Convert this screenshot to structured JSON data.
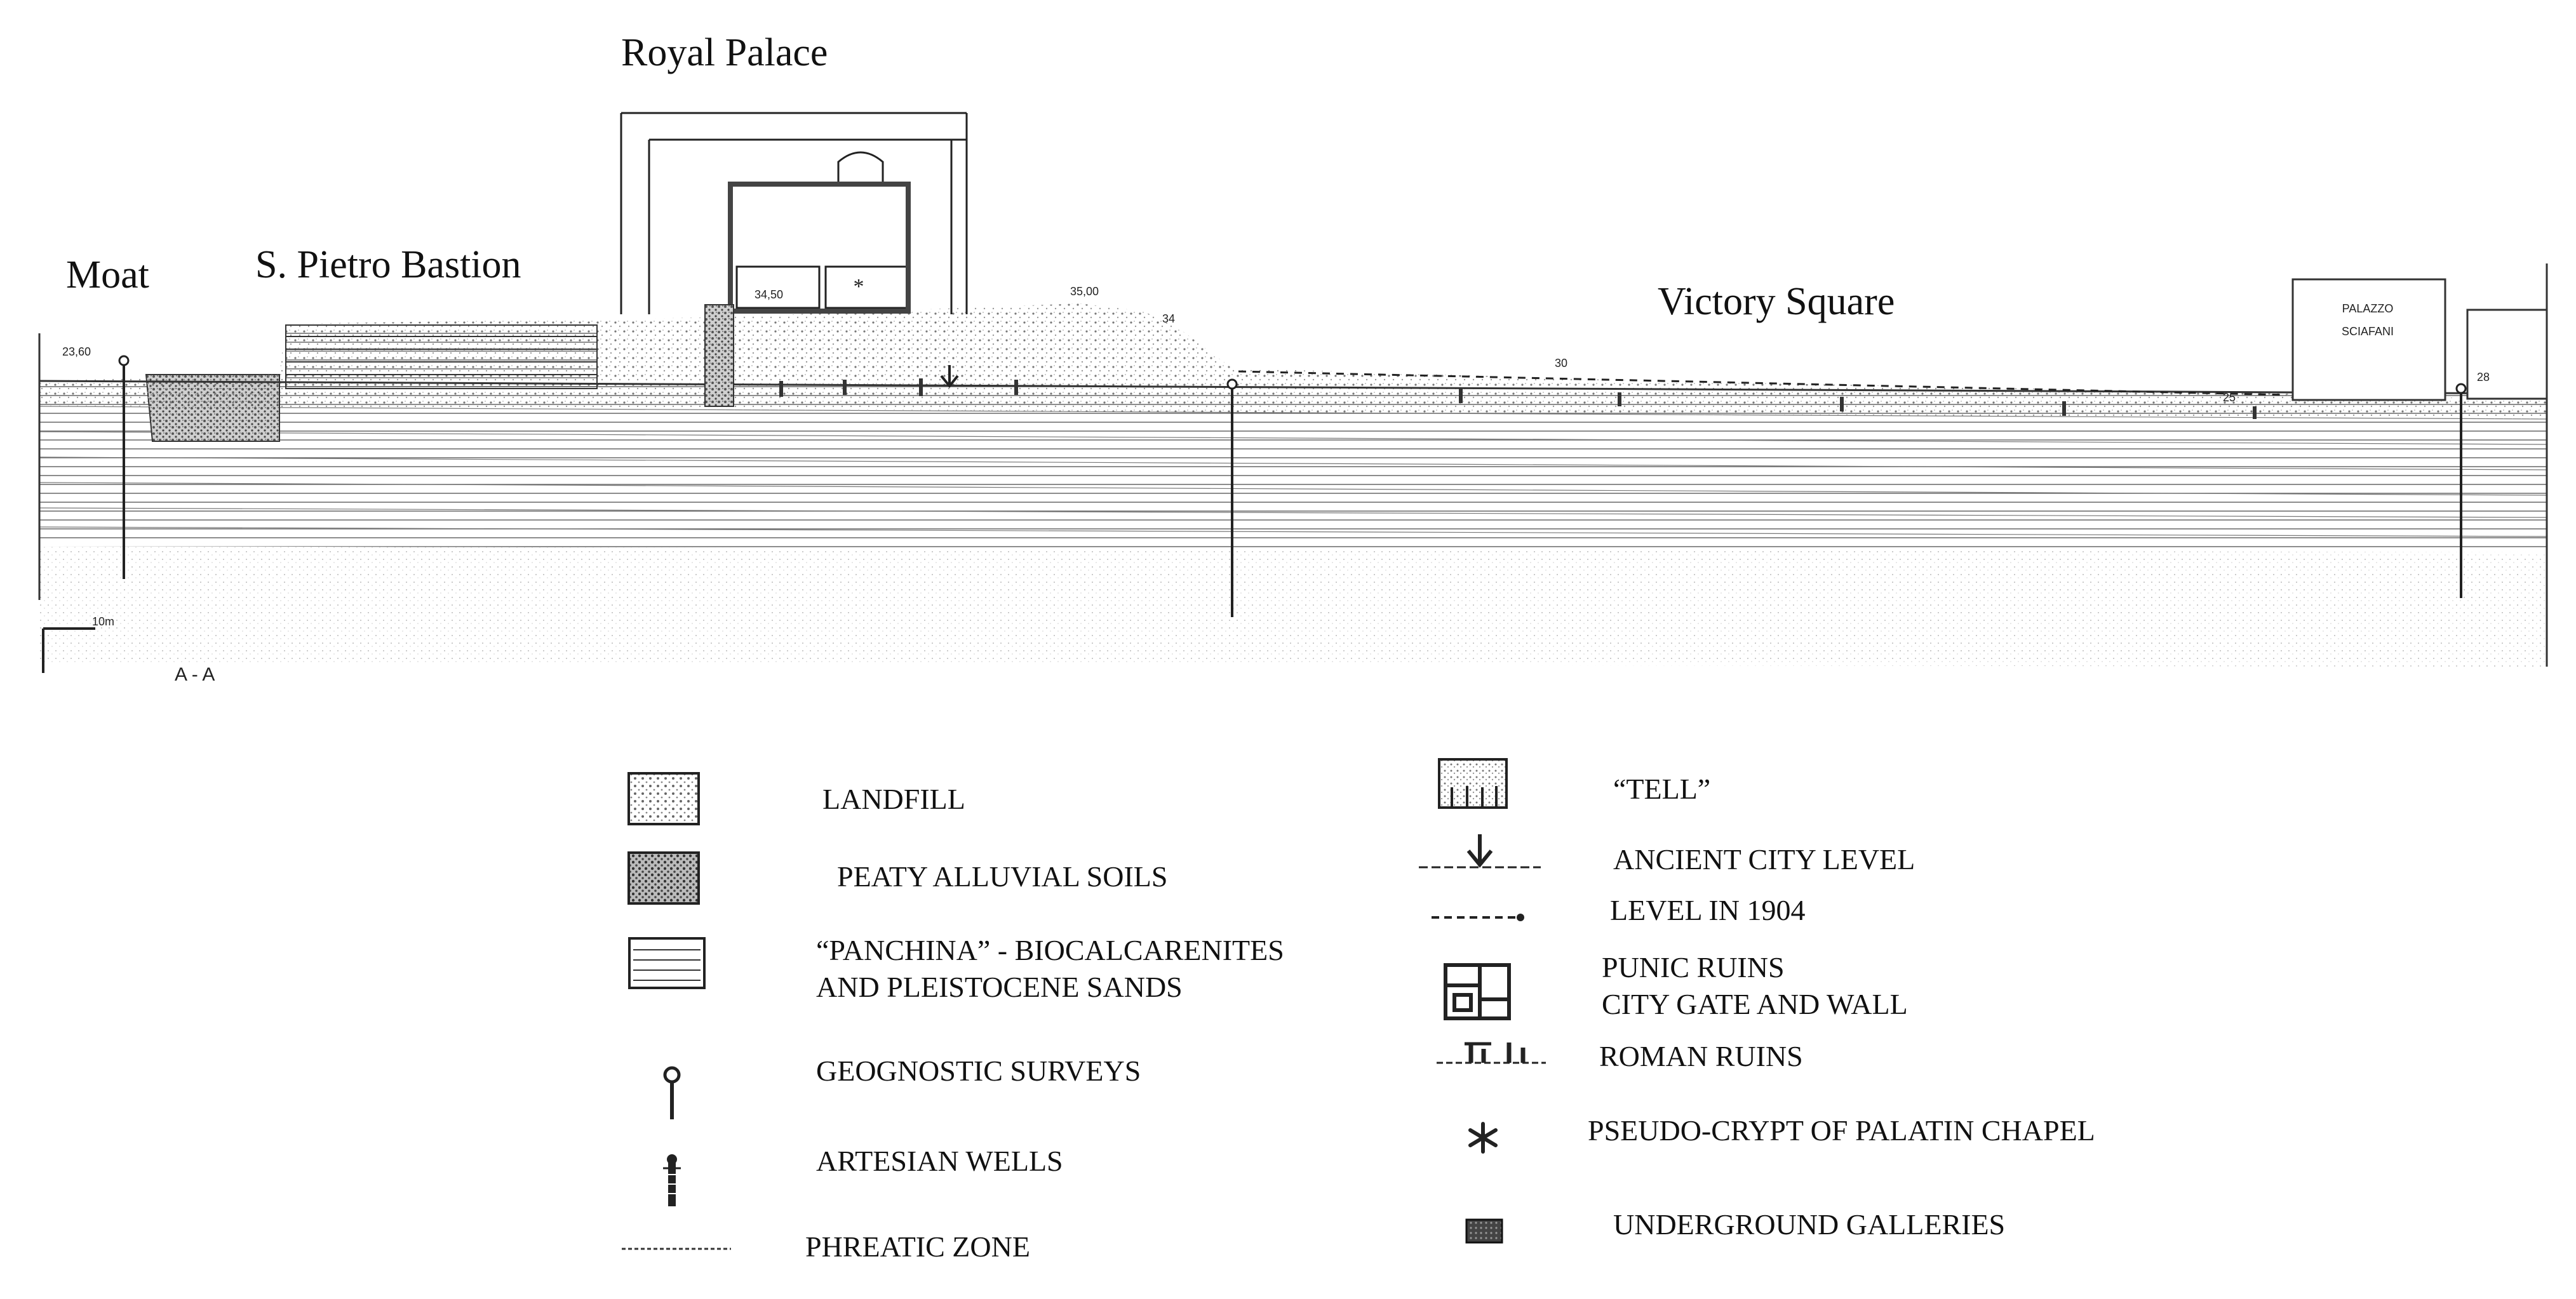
{
  "section": {
    "site_labels": {
      "moat": "Moat",
      "bastion": "S. Pietro Bastion",
      "palace": "Royal Palace",
      "square": "Victory Square"
    },
    "palazzo_lines": [
      "PALAZZO",
      "SCIAFANI"
    ],
    "section_mark": "A - A",
    "scale_mark": "10m",
    "elevations": [
      "23,60",
      "34,50",
      "35,00",
      "34",
      "30",
      "25",
      "28"
    ]
  },
  "legend": {
    "left": [
      {
        "icon": "landfill-swatch-icon",
        "lines": [
          "LANDFILL"
        ]
      },
      {
        "icon": "peaty-soil-swatch-icon",
        "lines": [
          "PEATY ALLUVIAL SOILS"
        ]
      },
      {
        "icon": "panchina-swatch-icon",
        "lines": [
          "“PANCHINA” - BIOCALCARENITES",
          "AND PLEISTOCENE SANDS"
        ]
      },
      {
        "icon": "geognostic-survey-icon",
        "lines": [
          "GEOGNOSTIC SURVEYS"
        ]
      },
      {
        "icon": "artesian-well-icon",
        "lines": [
          "ARTESIAN WELLS"
        ]
      },
      {
        "icon": "phreatic-line-icon",
        "lines": [
          "PHREATIC ZONE"
        ]
      }
    ],
    "right": [
      {
        "icon": "tell-swatch-icon",
        "lines": [
          "“TELL”"
        ]
      },
      {
        "icon": "ancient-level-icon",
        "lines": [
          "ANCIENT CITY LEVEL"
        ]
      },
      {
        "icon": "level-1904-icon",
        "lines": [
          "LEVEL IN 1904"
        ]
      },
      {
        "icon": "punic-ruins-icon",
        "lines": [
          "PUNIC RUINS",
          "CITY GATE AND WALL"
        ]
      },
      {
        "icon": "roman-ruins-icon",
        "lines": [
          "ROMAN RUINS"
        ]
      },
      {
        "icon": "crypt-asterisk-icon",
        "lines": [
          "PSEUDO-CRYPT OF PALATIN CHAPEL"
        ]
      },
      {
        "icon": "underground-gallery-icon",
        "lines": [
          "UNDERGROUND GALLERIES"
        ]
      }
    ]
  }
}
